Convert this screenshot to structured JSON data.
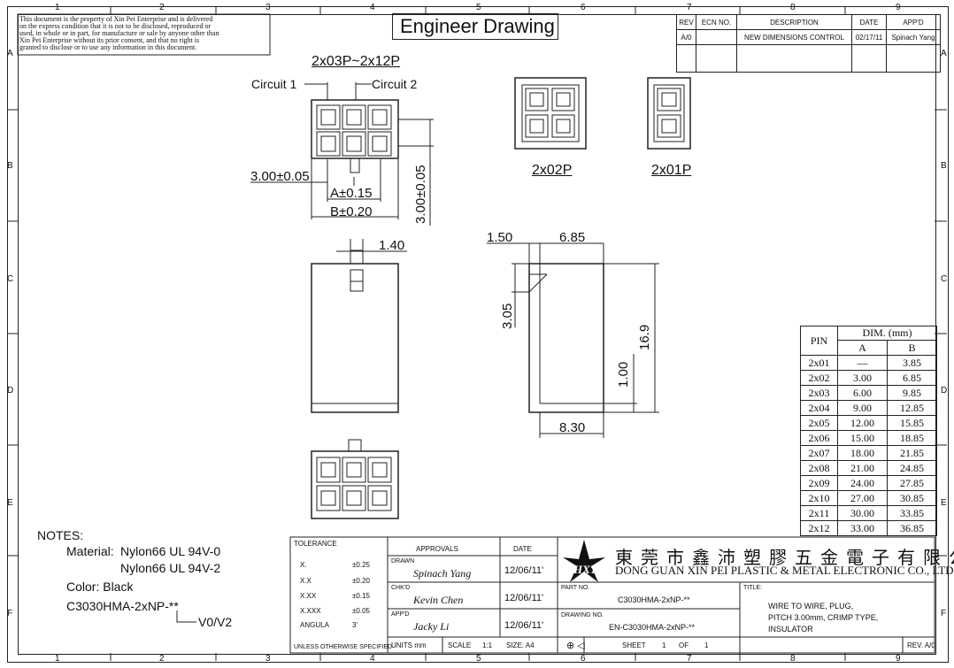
{
  "header": {
    "title": "Engineer Drawing",
    "notice": [
      "This document is the property of Xin Pei Enterprise and is delivered",
      "on the express condition that it is not to be disclosed, reproduced or",
      "used, in whole or in part, for manufacture or sale by anyone other than",
      "Xin Pei Enterprise without its prior consent, and that no right is",
      "granted to disclose or to use any information in this document."
    ]
  },
  "grid": {
    "cols": [
      "1",
      "2",
      "3",
      "4",
      "5",
      "6",
      "7",
      "8",
      "9"
    ],
    "rows": [
      "A",
      "B",
      "C",
      "D",
      "E",
      "F"
    ]
  },
  "revision": {
    "headers": [
      "REV",
      "ECN NO.",
      "DESCRIPTION",
      "DATE",
      "APP'D"
    ],
    "row": [
      "A/0",
      "",
      "NEW DIMENSIONS CONTROL",
      "02/17/11",
      "Spinach Yang"
    ]
  },
  "views": {
    "range_label": "2x03P~2x12P",
    "circuit1": "Circuit 1",
    "circuit2": "Circuit 2",
    "label_2x02": "2x02P",
    "label_2x01": "2x01P",
    "dim_300_h": "3.00±0.05",
    "dim_a": "A±0.15",
    "dim_b": "B±0.20",
    "dim_300_v": "3.00±0.05",
    "dim_140": "1.40",
    "dim_150": "1.50",
    "dim_685": "6.85",
    "dim_305": "3.05",
    "dim_169": "16.9",
    "dim_100": "1.00",
    "dim_830": "8.30"
  },
  "dim_table": {
    "pin_header": "PIN",
    "dim_header": "DIM. (mm)",
    "col_a": "A",
    "col_b": "B",
    "rows": [
      [
        "2x01",
        "—",
        "3.85"
      ],
      [
        "2x02",
        "3.00",
        "6.85"
      ],
      [
        "2x03",
        "6.00",
        "9.85"
      ],
      [
        "2x04",
        "9.00",
        "12.85"
      ],
      [
        "2x05",
        "12.00",
        "15.85"
      ],
      [
        "2x06",
        "15.00",
        "18.85"
      ],
      [
        "2x07",
        "18.00",
        "21.85"
      ],
      [
        "2x08",
        "21.00",
        "24.85"
      ],
      [
        "2x09",
        "24.00",
        "27.85"
      ],
      [
        "2x10",
        "27.00",
        "30.85"
      ],
      [
        "2x11",
        "30.00",
        "33.85"
      ],
      [
        "2x12",
        "33.00",
        "36.85"
      ]
    ]
  },
  "notes": {
    "title": "NOTES:",
    "material_label": "Material:",
    "material1": "Nylon66 UL 94V-0",
    "material2": "Nylon66 UL 94V-2",
    "color": "Color: Black",
    "part": "C3030HMA-2xNP-**",
    "variant": "V0/V2"
  },
  "title_block": {
    "tolerance_label": "TOLERANCE",
    "tolerances": [
      [
        "X.",
        "±0.25"
      ],
      [
        "X.X",
        "±0.20"
      ],
      [
        "X.XX",
        "±0.15"
      ],
      [
        "X.XXX",
        "±0.05"
      ],
      [
        "ANGULA",
        "3'"
      ]
    ],
    "unless": "UNLESS OTHERWISE SPECIFIED",
    "approvals_label": "APPROVALS",
    "date_label": "DATE",
    "drawn_label": "DRAWN",
    "drawn_name": "Spinach Yang",
    "drawn_date": "12/06/11'",
    "chkd_label": "CHK'D",
    "chkd_name": "Kevin Chen",
    "chkd_date": "12/06/11'",
    "appd_label": "APP'D",
    "appd_name": "Jacky Li",
    "appd_date": "12/06/11'",
    "units": "UNITS mm",
    "scale": "SCALE",
    "scale_val": "1:1",
    "size": "SIZE: A4",
    "company_cn": "東 莞 市 鑫 沛 塑 膠 五 金 電 子 有 限 公 司",
    "company_en": "DONG GUAN XIN PEI PLASTIC & METAL ELECTRONIC CO., LTD.",
    "logo": "HXT",
    "part_no_label": "PART NO.",
    "part_no": "C3030HMA-2xNP-**",
    "drawing_no_label": "DRAWING NO.",
    "drawing_no": "EN-C3030HMA-2xNP-**",
    "title_label": "TITLE:",
    "title_lines": [
      "WIRE TO WIRE, PLUG,",
      "PITCH 3.00mm, CRIMP TYPE,",
      "INSULATOR"
    ],
    "sheet": "SHEET",
    "sheet_val": "1",
    "of": "OF",
    "of_val": "1",
    "rev": "REV. A/0"
  }
}
